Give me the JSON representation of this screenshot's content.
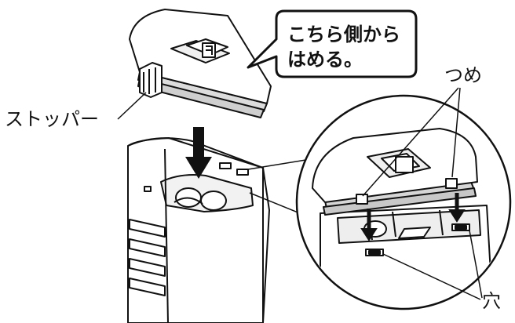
{
  "callout": {
    "line1": "こちら側から",
    "line2": "はめる。"
  },
  "labels": {
    "stopper": "ストッパー",
    "tabs": "つめ",
    "holes": "穴"
  },
  "colors": {
    "line": "#111111",
    "fill": "#ffffff",
    "shade": "#e6e6e6",
    "dark": "#222222"
  }
}
